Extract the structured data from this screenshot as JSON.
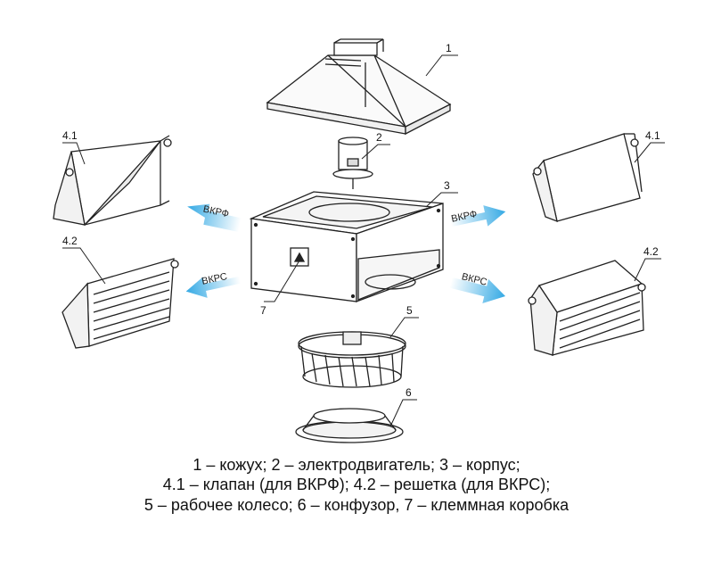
{
  "callouts": {
    "n1": "1",
    "n2": "2",
    "n3": "3",
    "n41_left": "4.1",
    "n41_right": "4.1",
    "n42_left": "4.2",
    "n42_right": "4.2",
    "n5": "5",
    "n6": "6",
    "n7": "7"
  },
  "arrows": {
    "upper_left": "ВКРФ",
    "upper_right": "ВКРФ",
    "lower_left": "ВКРС",
    "lower_right": "ВКРС"
  },
  "caption": {
    "line1": "1 – кожух; 2 – электродвигатель; 3 – корпус;",
    "line2": "4.1 – клапан (для ВКРФ); 4.2 – решетка (для ВКРС);",
    "line3": "5 – рабочее колесо; 6 – конфузор, 7 – клеммная коробка"
  },
  "colors": {
    "arrow": "#4fb8e8",
    "line": "#222222"
  }
}
